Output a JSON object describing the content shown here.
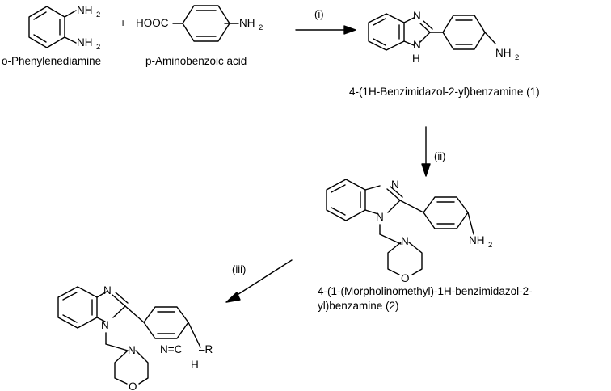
{
  "reagents": {
    "opd_name": "o-Phenylenediamine",
    "paba_name": "p-Aminobenzoic acid",
    "plus": "+",
    "nh": "NH",
    "two": "2",
    "hooc": "HOOC"
  },
  "steps": {
    "step1": "(i)",
    "step2": "(ii)",
    "step3": "(iii)"
  },
  "compound1": {
    "name": "4-(1H-Benzimidazol-2-yl)benzamine (1)",
    "n": "N",
    "h": "H"
  },
  "compound2": {
    "name_line1": "4-(1-(Morpholinomethyl)-1H-benzimidazol-2-",
    "name_line2": "yl)benzamine (2)",
    "n": "N",
    "o": "O"
  },
  "product": {
    "imine": "N=C",
    "dash_r": "–R",
    "h": "H"
  }
}
